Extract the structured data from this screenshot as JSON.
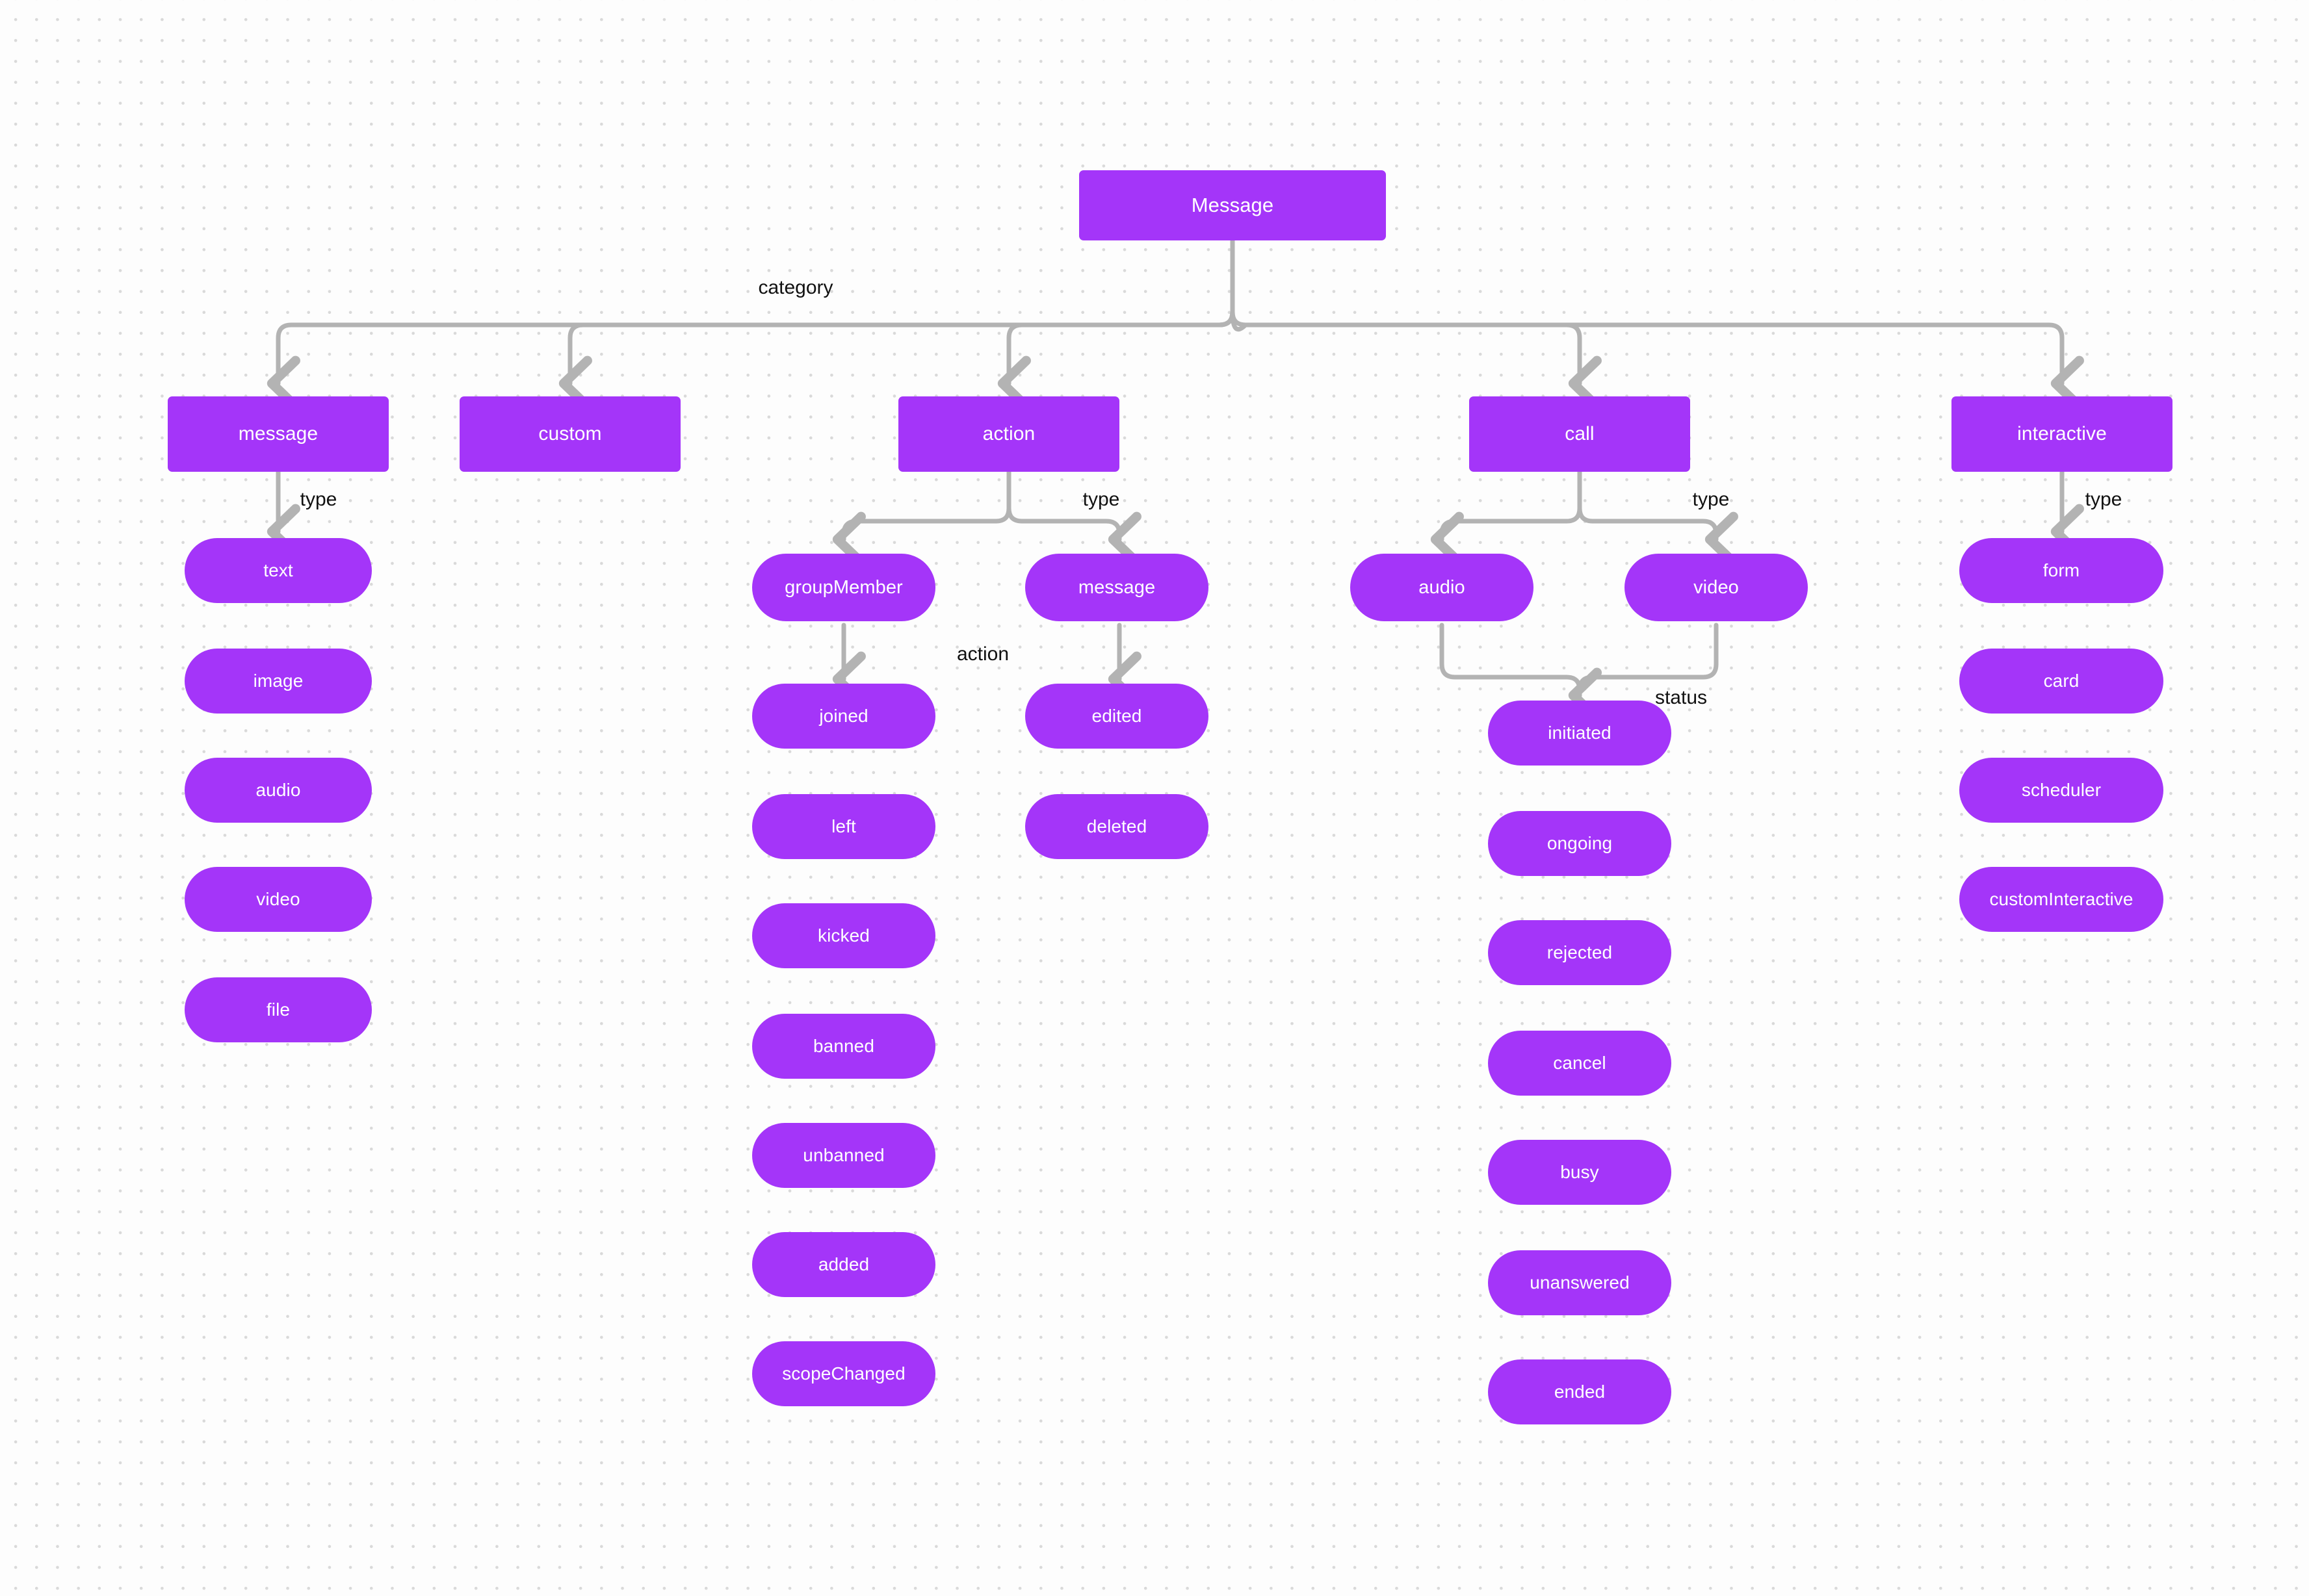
{
  "diagram": {
    "title": "Message",
    "theme": {
      "node_fill": "#a435f9",
      "node_text": "#ffffff",
      "edge_stroke": "#b3b3b3",
      "label_text": "#111111",
      "canvas_bg": "#fdfdfd",
      "grid_dot": "#d9d9d9"
    },
    "edge_labels": {
      "category": "category",
      "message_type": "type",
      "action_type": "type",
      "action_action": "action",
      "call_type": "type",
      "call_status": "status",
      "interactive_type": "type"
    },
    "root": {
      "label": "Message"
    },
    "categories": [
      {
        "key": "message",
        "label": "message"
      },
      {
        "key": "custom",
        "label": "custom"
      },
      {
        "key": "action",
        "label": "action"
      },
      {
        "key": "call",
        "label": "call"
      },
      {
        "key": "interactive",
        "label": "interactive"
      }
    ],
    "message_types": [
      {
        "label": "text"
      },
      {
        "label": "image"
      },
      {
        "label": "audio"
      },
      {
        "label": "video"
      },
      {
        "label": "file"
      }
    ],
    "action_types": [
      {
        "label": "groupMember"
      },
      {
        "label": "message"
      }
    ],
    "group_member_actions": [
      {
        "label": "joined"
      },
      {
        "label": "left"
      },
      {
        "label": "kicked"
      },
      {
        "label": "banned"
      },
      {
        "label": "unbanned"
      },
      {
        "label": "added"
      },
      {
        "label": "scopeChanged"
      }
    ],
    "message_actions": [
      {
        "label": "edited"
      },
      {
        "label": "deleted"
      }
    ],
    "call_types": [
      {
        "label": "audio"
      },
      {
        "label": "video"
      }
    ],
    "call_statuses": [
      {
        "label": "initiated"
      },
      {
        "label": "ongoing"
      },
      {
        "label": "rejected"
      },
      {
        "label": "cancel"
      },
      {
        "label": "busy"
      },
      {
        "label": "unanswered"
      },
      {
        "label": "ended"
      }
    ],
    "interactive_types": [
      {
        "label": "form"
      },
      {
        "label": "card"
      },
      {
        "label": "scheduler"
      },
      {
        "label": "customInteractive"
      }
    ]
  }
}
